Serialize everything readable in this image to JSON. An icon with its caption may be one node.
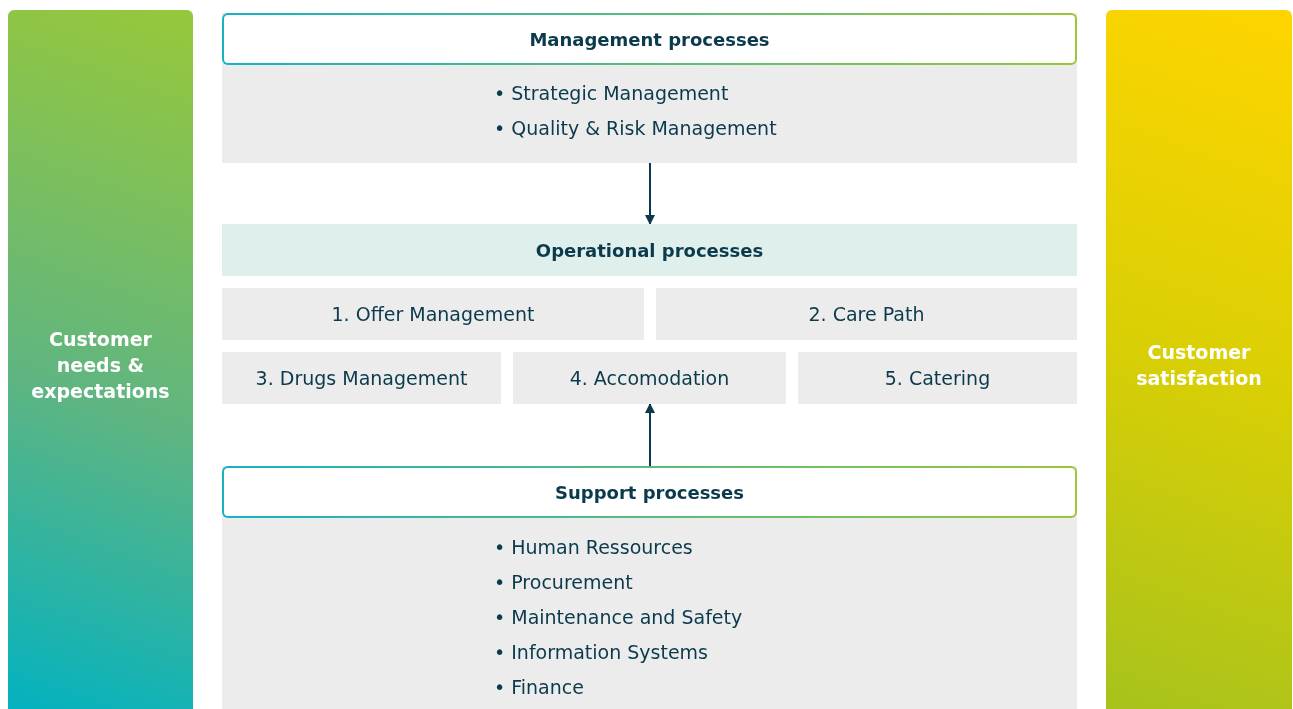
{
  "diagram": {
    "nodes": [
      {
        "text": [
          "Customer needs & expectations"
        ]
      },
      {
        "text": [
          "Management processes",
          "• Strategic Management",
          "• Quality & Risk Management"
        ]
      },
      {
        "text": [
          "Operational processes"
        ]
      },
      {
        "text": [
          "1. Offer Management"
        ]
      },
      {
        "text": [
          "2. Care Path"
        ]
      },
      {
        "text": [
          "3. Drugs Management"
        ]
      },
      {
        "text": [
          "4. Accomodation"
        ]
      },
      {
        "text": [
          "5. Catering"
        ]
      },
      {
        "text": [
          "Support processes",
          "• Human Ressources",
          "• Procurement",
          "• Maintenance and Safety",
          "• Information Systems",
          "• Finance"
        ]
      },
      {
        "text": [
          "Customer satisfaction"
        ]
      }
    ],
    "edges": [
      {
        "from": 1,
        "to": 2,
        "arrow": "to"
      },
      {
        "from": 8,
        "to": 6,
        "arrow": "to"
      }
    ]
  }
}
